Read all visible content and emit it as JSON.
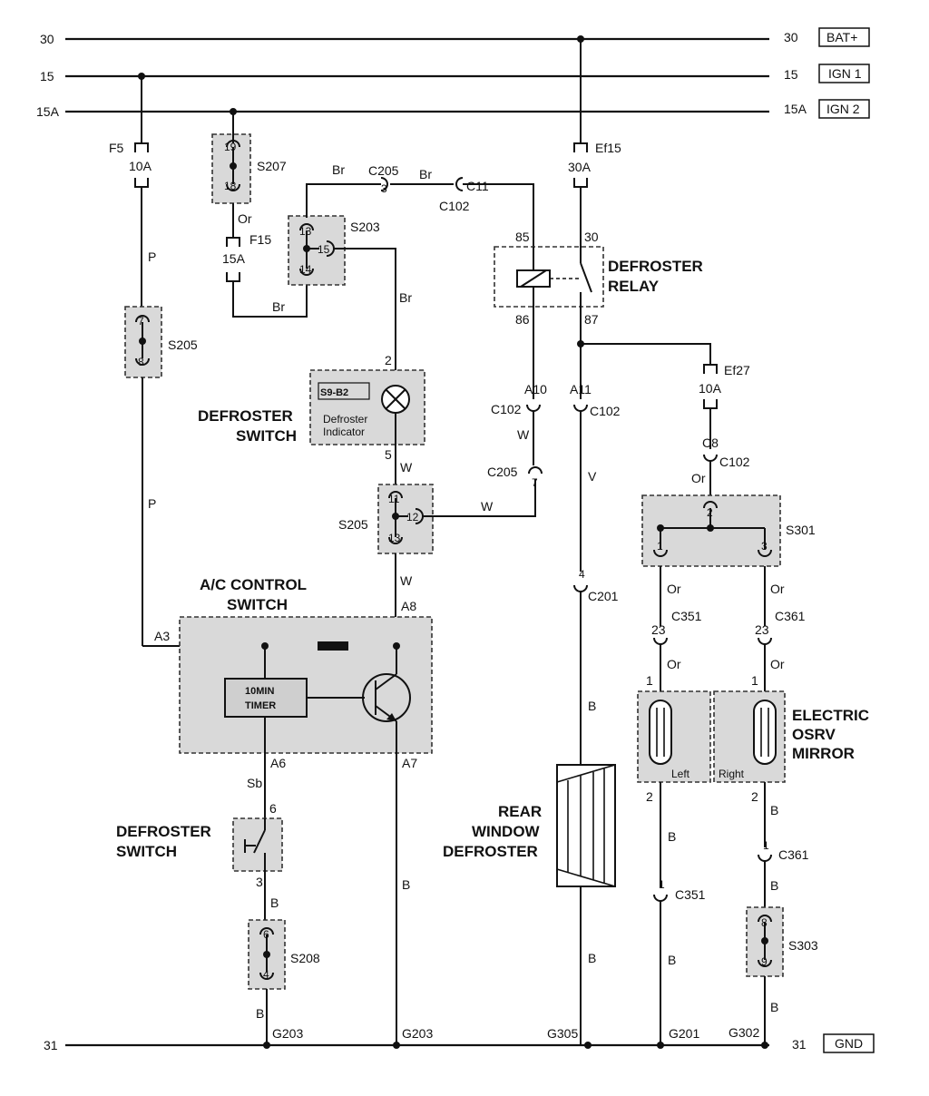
{
  "rails": {
    "r30": {
      "left": "30",
      "right": "30",
      "tag": "BAT+"
    },
    "r15": {
      "left": "15",
      "right": "15",
      "tag": "IGN 1"
    },
    "r15a": {
      "left": "15A",
      "right": "15A",
      "tag": "IGN 2"
    },
    "r31": {
      "left": "31",
      "right": "31",
      "tag": "GND"
    }
  },
  "fuses": {
    "f5": {
      "name": "F5",
      "rating": "10A"
    },
    "f15": {
      "name": "F15",
      "rating": "15A"
    },
    "ef15": {
      "name": "Ef15",
      "rating": "30A"
    },
    "ef27": {
      "name": "Ef27",
      "rating": "10A"
    }
  },
  "splices": {
    "s207": {
      "name": "S207",
      "pins": [
        "19",
        "18"
      ]
    },
    "s203": {
      "name": "S203",
      "pins": [
        "13",
        "15",
        "14"
      ]
    },
    "s205a": {
      "name": "S205",
      "pins": [
        "7",
        "8"
      ]
    },
    "s205b": {
      "name": "S205",
      "pins": [
        "11",
        "12",
        "13"
      ]
    },
    "s301": {
      "name": "S301",
      "pins": [
        "2",
        "1",
        "3"
      ]
    },
    "s208": {
      "name": "S208",
      "pins": [
        "6",
        "4"
      ]
    },
    "s303": {
      "name": "S303",
      "pins": [
        "8",
        "9"
      ]
    }
  },
  "connectors": {
    "c205_top": "C205",
    "c205_pin": "3",
    "c11": "C11",
    "c102_top": "C102",
    "a10": "A10",
    "a11": "A11",
    "c102_a10": "C102",
    "c102_a11": "C102",
    "c205_w": "C205",
    "c205_w_pin": "7",
    "c8": "C8",
    "c102_c8": "C102",
    "c201": "C201",
    "c201_pin": "4",
    "c351": "C351",
    "c351_pin": "23",
    "c361": "C361",
    "c361_pin": "23",
    "c361_low": "C361",
    "c361_low_pin": "1",
    "c351_low": "C351",
    "c351_low_pin": "1",
    "a3": "A3",
    "a8": "A8",
    "a6": "A6",
    "a7": "A7"
  },
  "wire_colors": {
    "p1": "P",
    "p2": "P",
    "or_f15": "Or",
    "br_top1": "Br",
    "br_top2": "Br",
    "br_s203": "Br",
    "br_f15": "Br",
    "w1": "W",
    "w2": "W",
    "w3": "W",
    "w4": "W",
    "v": "V",
    "b_rear": "B",
    "b_rear2": "B",
    "or_c8": "Or",
    "or_l1": "Or",
    "or_r1": "Or",
    "or_l2": "Or",
    "or_r2": "Or",
    "b_l1": "B",
    "b_l2": "B",
    "b_r1": "B",
    "b_r2": "B",
    "b_r3": "B",
    "sb": "Sb",
    "b_sw": "B",
    "b_sw2": "B",
    "b_a7": "B"
  },
  "relay": {
    "title1": "DEFROSTER",
    "title2": "RELAY",
    "p85": "85",
    "p30": "30",
    "p86": "86",
    "p87": "87"
  },
  "defroster_switch_top": {
    "title1": "DEFROSTER",
    "title2": "SWITCH",
    "pin2": "2",
    "pin5": "5",
    "label1": "S9-B2",
    "label2": "Defroster",
    "label3": "Indicator"
  },
  "ac_switch": {
    "title1": "A/C CONTROL",
    "title2": "SWITCH",
    "timer1": "10MIN",
    "timer2": "TIMER"
  },
  "defroster_switch_bottom": {
    "title1": "DEFROSTER",
    "title2": "SWITCH",
    "pin6": "6",
    "pin3": "3"
  },
  "rear_defroster": {
    "title1": "REAR",
    "title2": "WINDOW",
    "title3": "DEFROSTER"
  },
  "mirror": {
    "title1": "ELECTRIC",
    "title2": "OSRV",
    "title3": "MIRROR",
    "left": "Left",
    "right": "Right",
    "pl1": "1",
    "pl2": "2",
    "pr1": "1",
    "pr2": "2"
  },
  "grounds": {
    "g203a": "G203",
    "g203b": "G203",
    "g305": "G305",
    "g201": "G201",
    "g302": "G302"
  }
}
